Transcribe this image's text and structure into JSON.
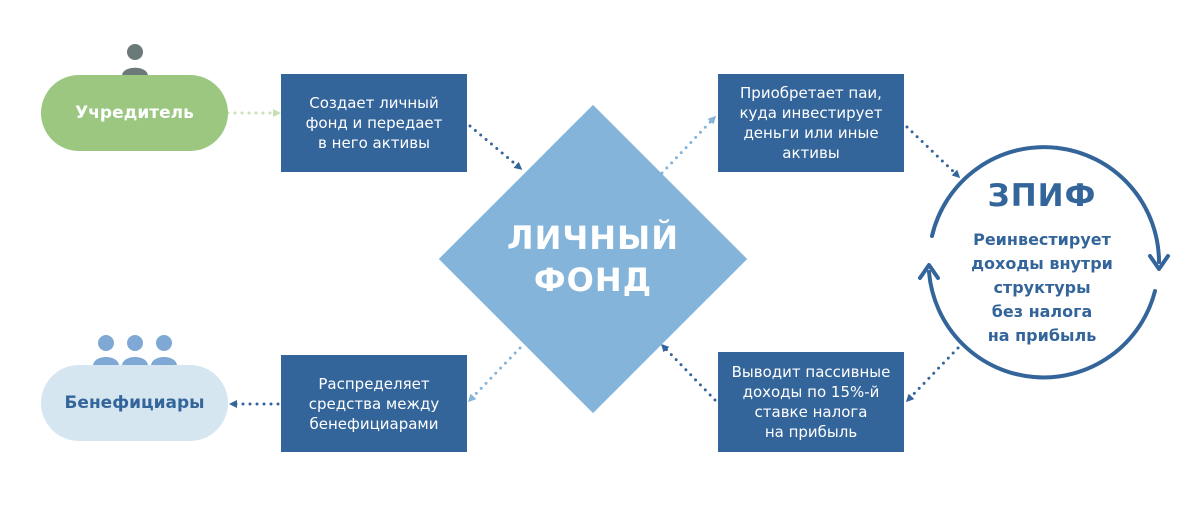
{
  "founder": {
    "label": "Учредитель"
  },
  "beneficiaries": {
    "label": "Бенефициары"
  },
  "fund": {
    "label": "ЛИЧНЫЙ\nФОНД"
  },
  "zpif": {
    "title": "ЗПИФ",
    "description": "Реинвестирует\nдоходы внутри\nструктуры\nбез налога\nна прибыль"
  },
  "steps": {
    "create": "Создает личный\nфонд и передает\nв него активы",
    "acquire": "Приобретает паи,\nкуда инвестирует\nденьги или иные\nактивы",
    "withdraw": "Выводит пассивные\nдоходы по 15%-й\nставке налога\nна прибыль",
    "distribute": "Распределяет\nсредства между\nбенефициарами"
  },
  "icons": {
    "founder": "person-icon",
    "beneficiaries": "group-of-people-icon"
  },
  "colors": {
    "dark_blue": "#34659a",
    "light_blue": "#84b4d9",
    "pale_blue": "#d5e6f1",
    "green": "#9bc780",
    "pale_green": "#c9dfb6",
    "icon_gray": "#6b7a78",
    "icon_blue": "#7fa9d4"
  }
}
